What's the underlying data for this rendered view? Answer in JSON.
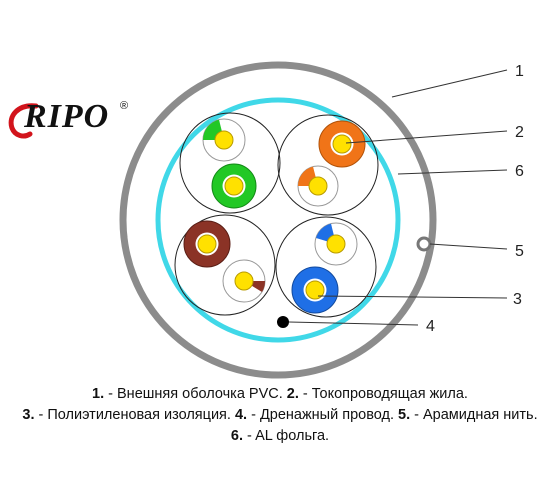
{
  "logo": {
    "text": "RIPO",
    "reg": "®"
  },
  "callouts": [
    "1",
    "2",
    "6",
    "5",
    "3",
    "4"
  ],
  "legend": [
    {
      "n": "1.",
      "t": " - Внешняя оболочка PVC. "
    },
    {
      "n": "2.",
      "t": " - Токопроводящая жила."
    },
    {
      "n": "3.",
      "t": " - Полиэтиленовая изоляция. "
    },
    {
      "n": "4.",
      "t": " - Дренажный провод. "
    },
    {
      "n": "5.",
      "t": " - Арамидная нить."
    },
    {
      "n": "6.",
      "t": " - AL фольга."
    }
  ],
  "colors": {
    "sheath": "#8c8c8c",
    "foil": "#40d8e8",
    "orange": "#f07418",
    "green": "#22c825",
    "blue": "#1f6fe6",
    "brown": "#8b3326",
    "conductor": "#ffe100",
    "lines": "#333333"
  }
}
